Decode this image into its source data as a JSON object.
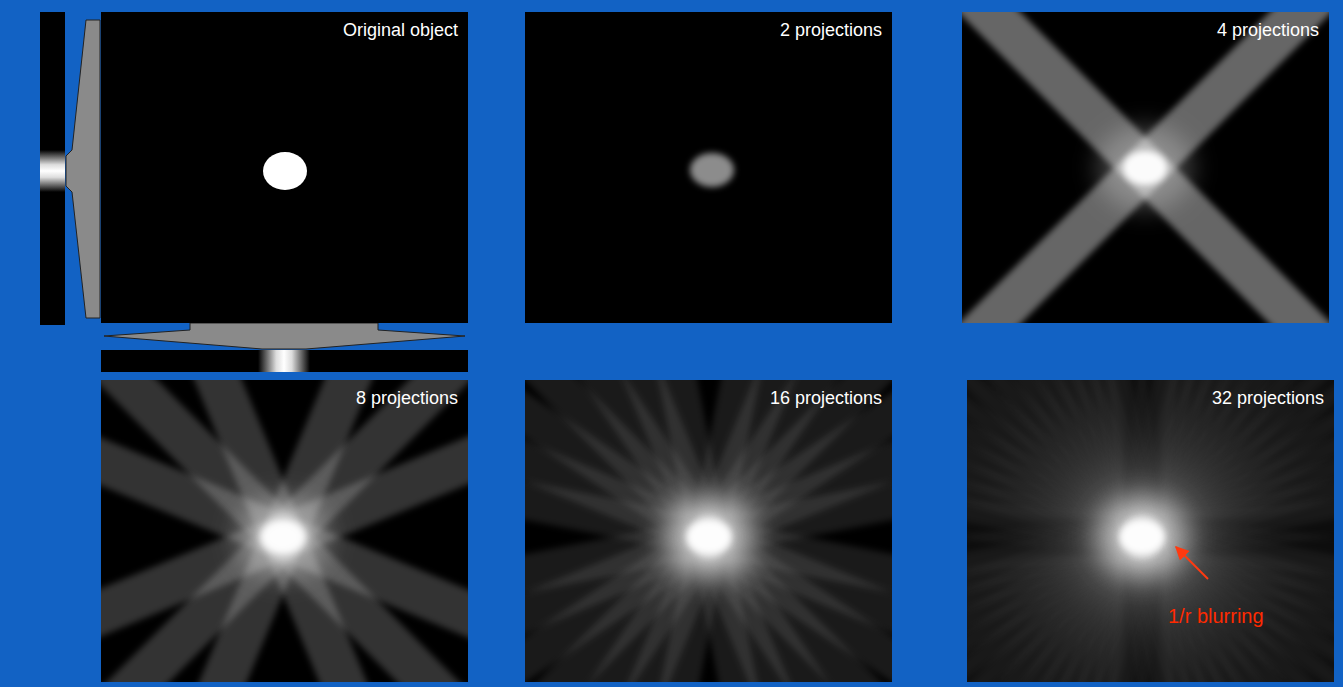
{
  "diagram": {
    "nodes": [
      {
        "text": [
          "Original object"
        ]
      },
      {
        "text": [
          "2 projections"
        ]
      },
      {
        "text": [
          "4 projections"
        ]
      },
      {
        "text": [
          "8 projections"
        ]
      },
      {
        "text": [
          "16 projections"
        ]
      },
      {
        "text": [
          "32 projections"
        ]
      }
    ],
    "labels": [
      "1/r blurring"
    ]
  }
}
